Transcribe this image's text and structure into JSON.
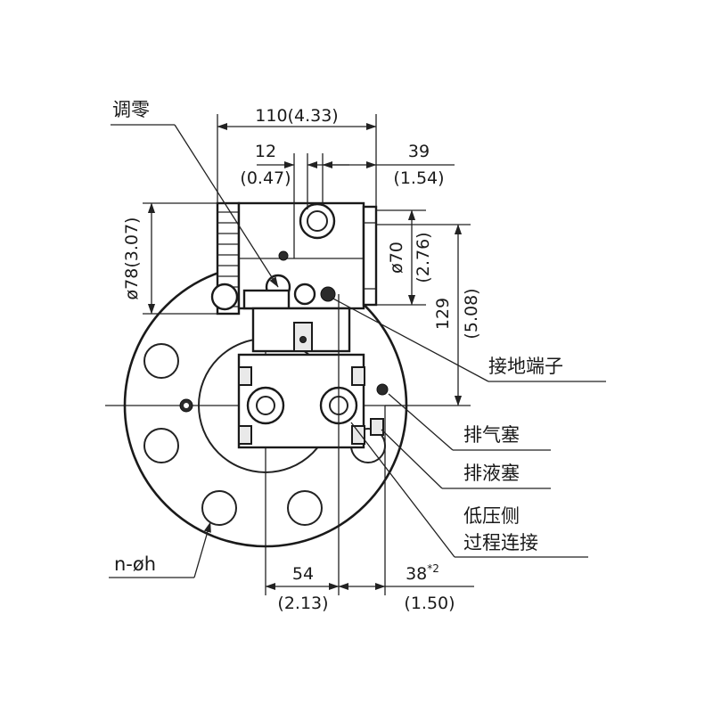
{
  "dimensions": {
    "top_width": "110(4.33)",
    "offset_a_top": "12",
    "offset_a_bottom": "(0.47)",
    "offset_b_top": "39",
    "offset_b_bottom": "(1.54)",
    "left_height": "ø78(3.07)",
    "inner_dia_top": "ø70",
    "inner_dia_bottom": "(2.76)",
    "right_height_top": "129",
    "right_height_bottom": "(5.08)",
    "bottom_left_top": "54",
    "bottom_left_bottom": "(2.13)",
    "bottom_right_top": "38",
    "bottom_right_sup": "*2",
    "bottom_right_bottom": "(1.50)"
  },
  "labels": {
    "zero_adjust": "调零",
    "ground_terminal": "接地端子",
    "vent_plug": "排气塞",
    "drain_plug": "排液塞",
    "low_side_line1": "低压侧",
    "low_side_line2": "过程连接",
    "hole_spec": "n-øh"
  }
}
